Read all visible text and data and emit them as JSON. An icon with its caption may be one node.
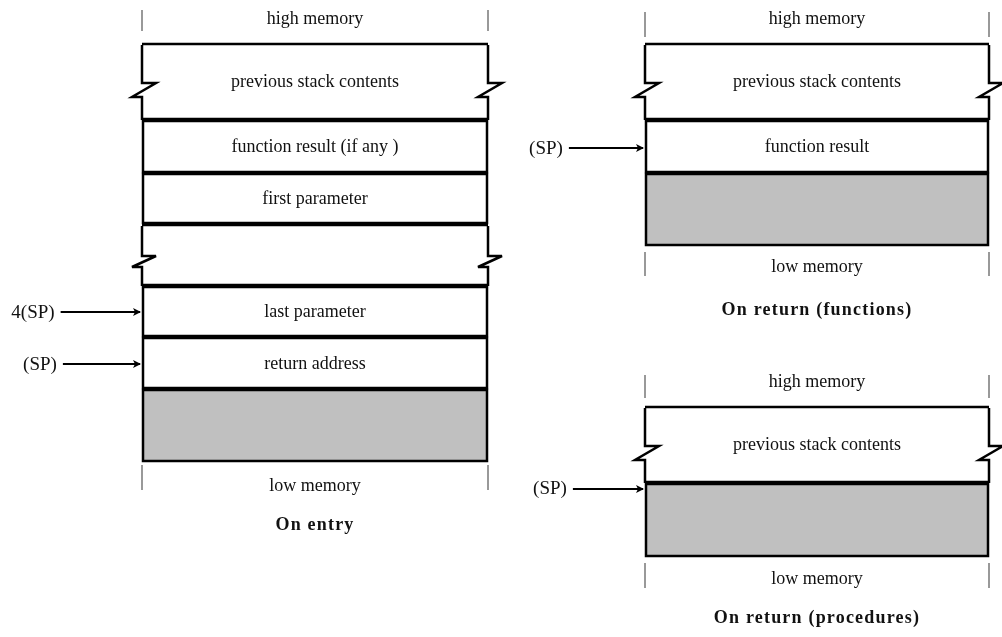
{
  "diagram": {
    "nodes": [
      {
        "text": [
          "previous stack contents"
        ]
      },
      {
        "text": [
          "function result (if any )"
        ]
      },
      {
        "text": [
          "first parameter"
        ]
      },
      {
        "text": [],
        "shape": "box"
      },
      {
        "text": [
          "last parameter"
        ]
      },
      {
        "text": [
          "return address"
        ]
      },
      {
        "text": [],
        "shape": "box"
      },
      {
        "text": [
          "4(SP)"
        ]
      },
      {
        "text": [
          "(SP)"
        ]
      },
      {
        "text": [
          "previous stack contents"
        ]
      },
      {
        "text": [
          "function result"
        ]
      },
      {
        "text": [],
        "shape": "box"
      },
      {
        "text": [
          "(SP)"
        ]
      },
      {
        "text": [
          "previous stack contents"
        ]
      },
      {
        "text": [],
        "shape": "box"
      },
      {
        "text": [
          "(SP)"
        ]
      }
    ],
    "edges": [
      {
        "from": 7,
        "to": 4,
        "arrow": "to"
      },
      {
        "from": 8,
        "to": 5,
        "arrow": "to"
      },
      {
        "from": 12,
        "to": 10,
        "arrow": "to"
      },
      {
        "from": 15,
        "to": 14,
        "arrow": "to"
      }
    ],
    "labels": [
      "high memory",
      "low memory",
      "On entry",
      "high memory",
      "low memory",
      "On return (functions)",
      "high memory",
      "low memory",
      "On return (procedures)"
    ]
  }
}
